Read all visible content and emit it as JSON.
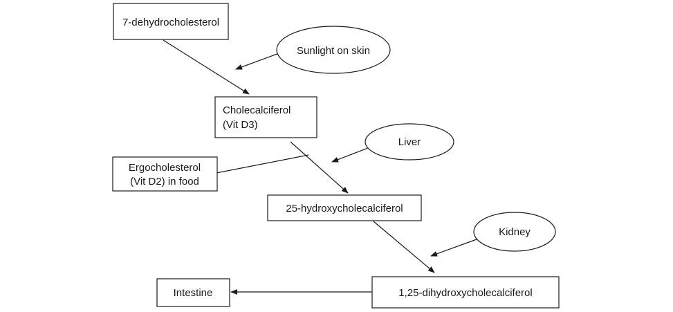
{
  "diagram": {
    "nodes": {
      "dehydro": "7-dehydrocholesterol",
      "sunlight": "Sunlight on skin",
      "chole": [
        "Cholecalciferol",
        "(Vit D3)"
      ],
      "ergo": [
        "Ergocholesterol",
        "(Vit D2) in food"
      ],
      "liver": "Liver",
      "hydroxy": "25-hydroxycholecalciferol",
      "kidney": "Kidney",
      "dihydroxy": "1,25-dihydroxycholecalciferol",
      "intestine": "Intestine"
    },
    "stroke_color": "#1a1a1a",
    "background": "#ffffff"
  }
}
